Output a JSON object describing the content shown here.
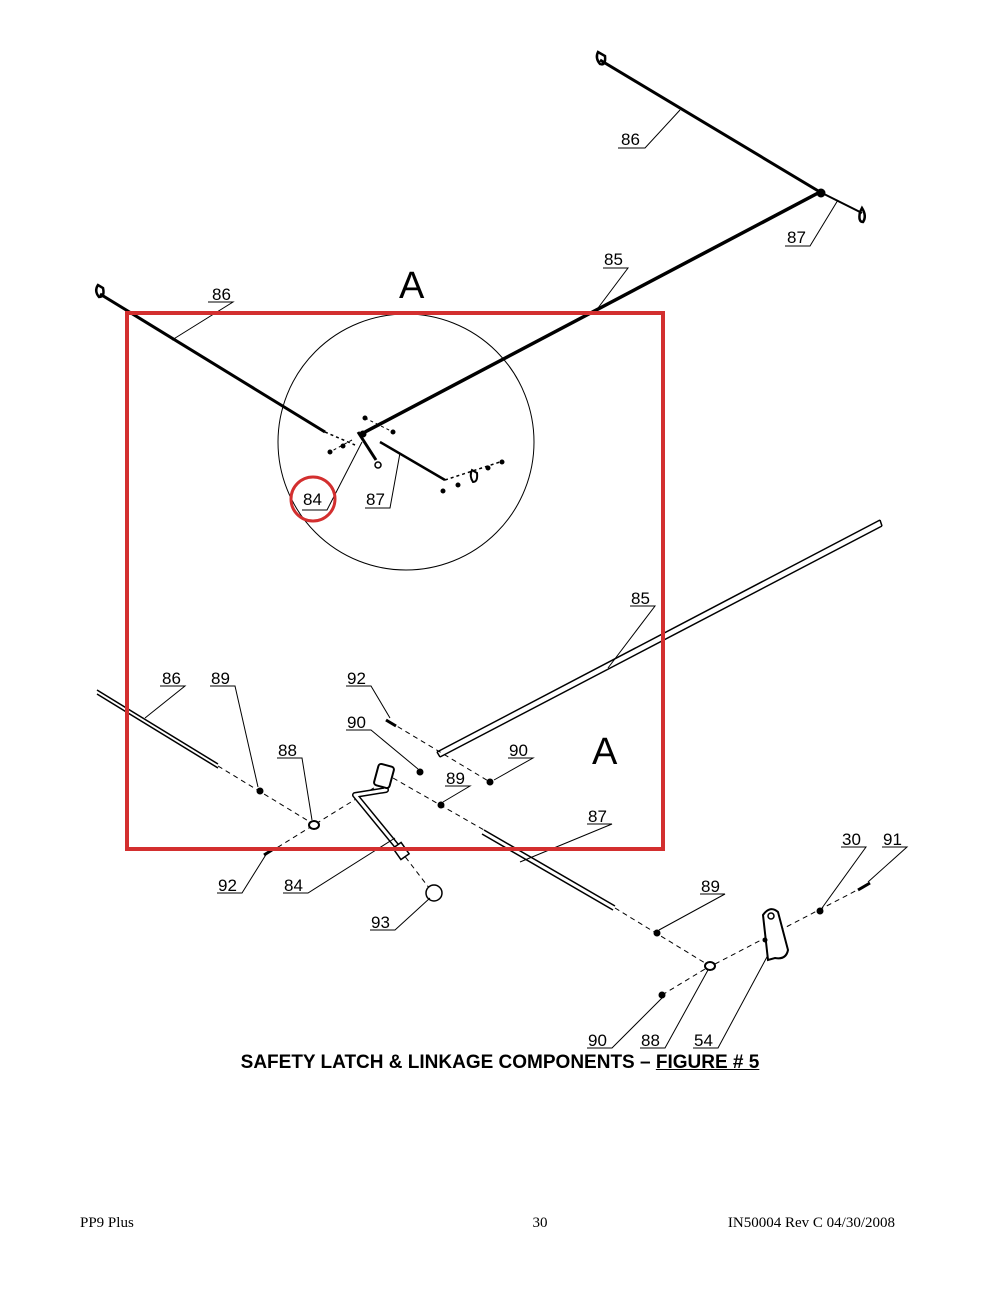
{
  "figure": {
    "caption_main": "SAFETY LATCH & LINKAGE COMPONENTS –",
    "caption_figure": "FIGURE # 5",
    "detail_label": "A",
    "highlight_color": "#d32f2f",
    "callouts": [
      {
        "id": "c86a",
        "label": "86"
      },
      {
        "id": "c87a",
        "label": "87"
      },
      {
        "id": "c85a",
        "label": "85"
      },
      {
        "id": "c86b",
        "label": "86"
      },
      {
        "id": "c84a",
        "label": "84"
      },
      {
        "id": "c87b",
        "label": "87"
      },
      {
        "id": "c85b",
        "label": "85"
      },
      {
        "id": "c86c",
        "label": "86"
      },
      {
        "id": "c89a",
        "label": "89"
      },
      {
        "id": "c92a",
        "label": "92"
      },
      {
        "id": "c90a",
        "label": "90"
      },
      {
        "id": "c88a",
        "label": "88"
      },
      {
        "id": "c90b",
        "label": "90"
      },
      {
        "id": "c89b",
        "label": "89"
      },
      {
        "id": "c87c",
        "label": "87"
      },
      {
        "id": "c30",
        "label": "30"
      },
      {
        "id": "c91",
        "label": "91"
      },
      {
        "id": "c92b",
        "label": "92"
      },
      {
        "id": "c84b",
        "label": "84"
      },
      {
        "id": "c89c",
        "label": "89"
      },
      {
        "id": "c93",
        "label": "93"
      },
      {
        "id": "c90c",
        "label": "90"
      },
      {
        "id": "c88b",
        "label": "88"
      },
      {
        "id": "c54",
        "label": "54"
      }
    ]
  },
  "footer": {
    "left": "PP9 Plus",
    "center": "30",
    "right": "IN50004 Rev C  04/30/2008"
  }
}
